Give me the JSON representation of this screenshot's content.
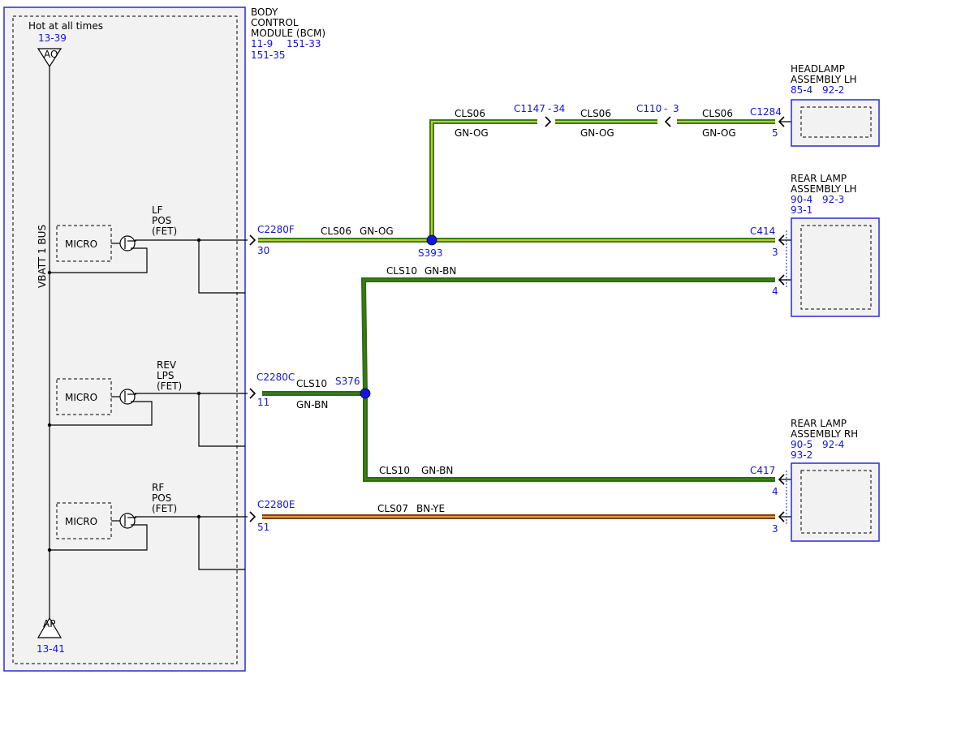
{
  "colors": {
    "gn_og_outer": "#3a7d12",
    "gn_og_inner": "#c6c82a",
    "gn_bn_outer": "#2f6a13",
    "gn_bn_inner": "#3c7f15",
    "bn_ye_outer": "#8a3a10",
    "bn_ye_inner": "#d9a23a",
    "splice": "#1414e0",
    "reference_text": "#1414d2"
  },
  "bcm": {
    "hot_label": "Hot at all times",
    "top_ref": "13-39",
    "top_terminal": "AO",
    "bottom_terminal": "AP",
    "bottom_ref": "13-41",
    "bus_label": "VBATT 1 BUS",
    "title_line1": "BODY",
    "title_line2": "CONTROL",
    "title_line3": "MODULE (BCM)",
    "ref_line1a": "11-9",
    "ref_line1b": "151-33",
    "ref_line2": "151-35",
    "channels": [
      {
        "micro": "MICRO",
        "line1": "LF",
        "line2": "POS",
        "line3": "(FET)"
      },
      {
        "micro": "MICRO",
        "line1": "REV",
        "line2": "LPS",
        "line3": "(FET)"
      },
      {
        "micro": "MICRO",
        "line1": "RF",
        "line2": "POS",
        "line3": "(FET)"
      }
    ]
  },
  "connectors": {
    "c2280f": {
      "name": "C2280F",
      "pin": "30"
    },
    "c2280c": {
      "name": "C2280C",
      "pin": "11"
    },
    "c2280e": {
      "name": "C2280E",
      "pin": "51"
    },
    "c1147": {
      "name": "C1147",
      "pin": "34"
    },
    "c110": {
      "name": "C110",
      "pin": "3"
    },
    "c1284": {
      "name": "C1284",
      "pin": "5"
    },
    "c414": {
      "name": "C414",
      "pin_a": "3",
      "pin_b": "4"
    },
    "c417": {
      "name": "C417",
      "pin_a": "4",
      "pin_b": "3"
    }
  },
  "splices": {
    "s393": "S393",
    "s376": "S376"
  },
  "wires": {
    "head_seg1": {
      "circuit": "CLS06",
      "color": "GN-OG"
    },
    "head_seg2": {
      "circuit": "CLS06",
      "color": "GN-OG"
    },
    "head_seg3": {
      "circuit": "CLS06",
      "color": "GN-OG"
    },
    "lf_main": {
      "circuit": "CLS06",
      "color": "GN-OG"
    },
    "rev_to_lh": {
      "circuit": "CLS10",
      "color": "GN-BN"
    },
    "rev_main": {
      "circuit": "CLS10",
      "color": "GN-BN"
    },
    "rev_to_rh": {
      "circuit": "CLS10",
      "color": "GN-BN"
    },
    "rf_main": {
      "circuit": "CLS07",
      "color": "BN-YE"
    }
  },
  "components": {
    "headlamp_lh": {
      "line1": "HEADLAMP",
      "line2": "ASSEMBLY LH",
      "ref_a": "85-4",
      "ref_b": "92-2"
    },
    "rear_lh": {
      "line1": "REAR LAMP",
      "line2": "ASSEMBLY LH",
      "ref_a": "90-4",
      "ref_b": "92-3",
      "ref_c": "93-1"
    },
    "rear_rh": {
      "line1": "REAR LAMP",
      "line2": "ASSEMBLY RH",
      "ref_a": "90-5",
      "ref_b": "92-4",
      "ref_c": "93-2"
    }
  }
}
